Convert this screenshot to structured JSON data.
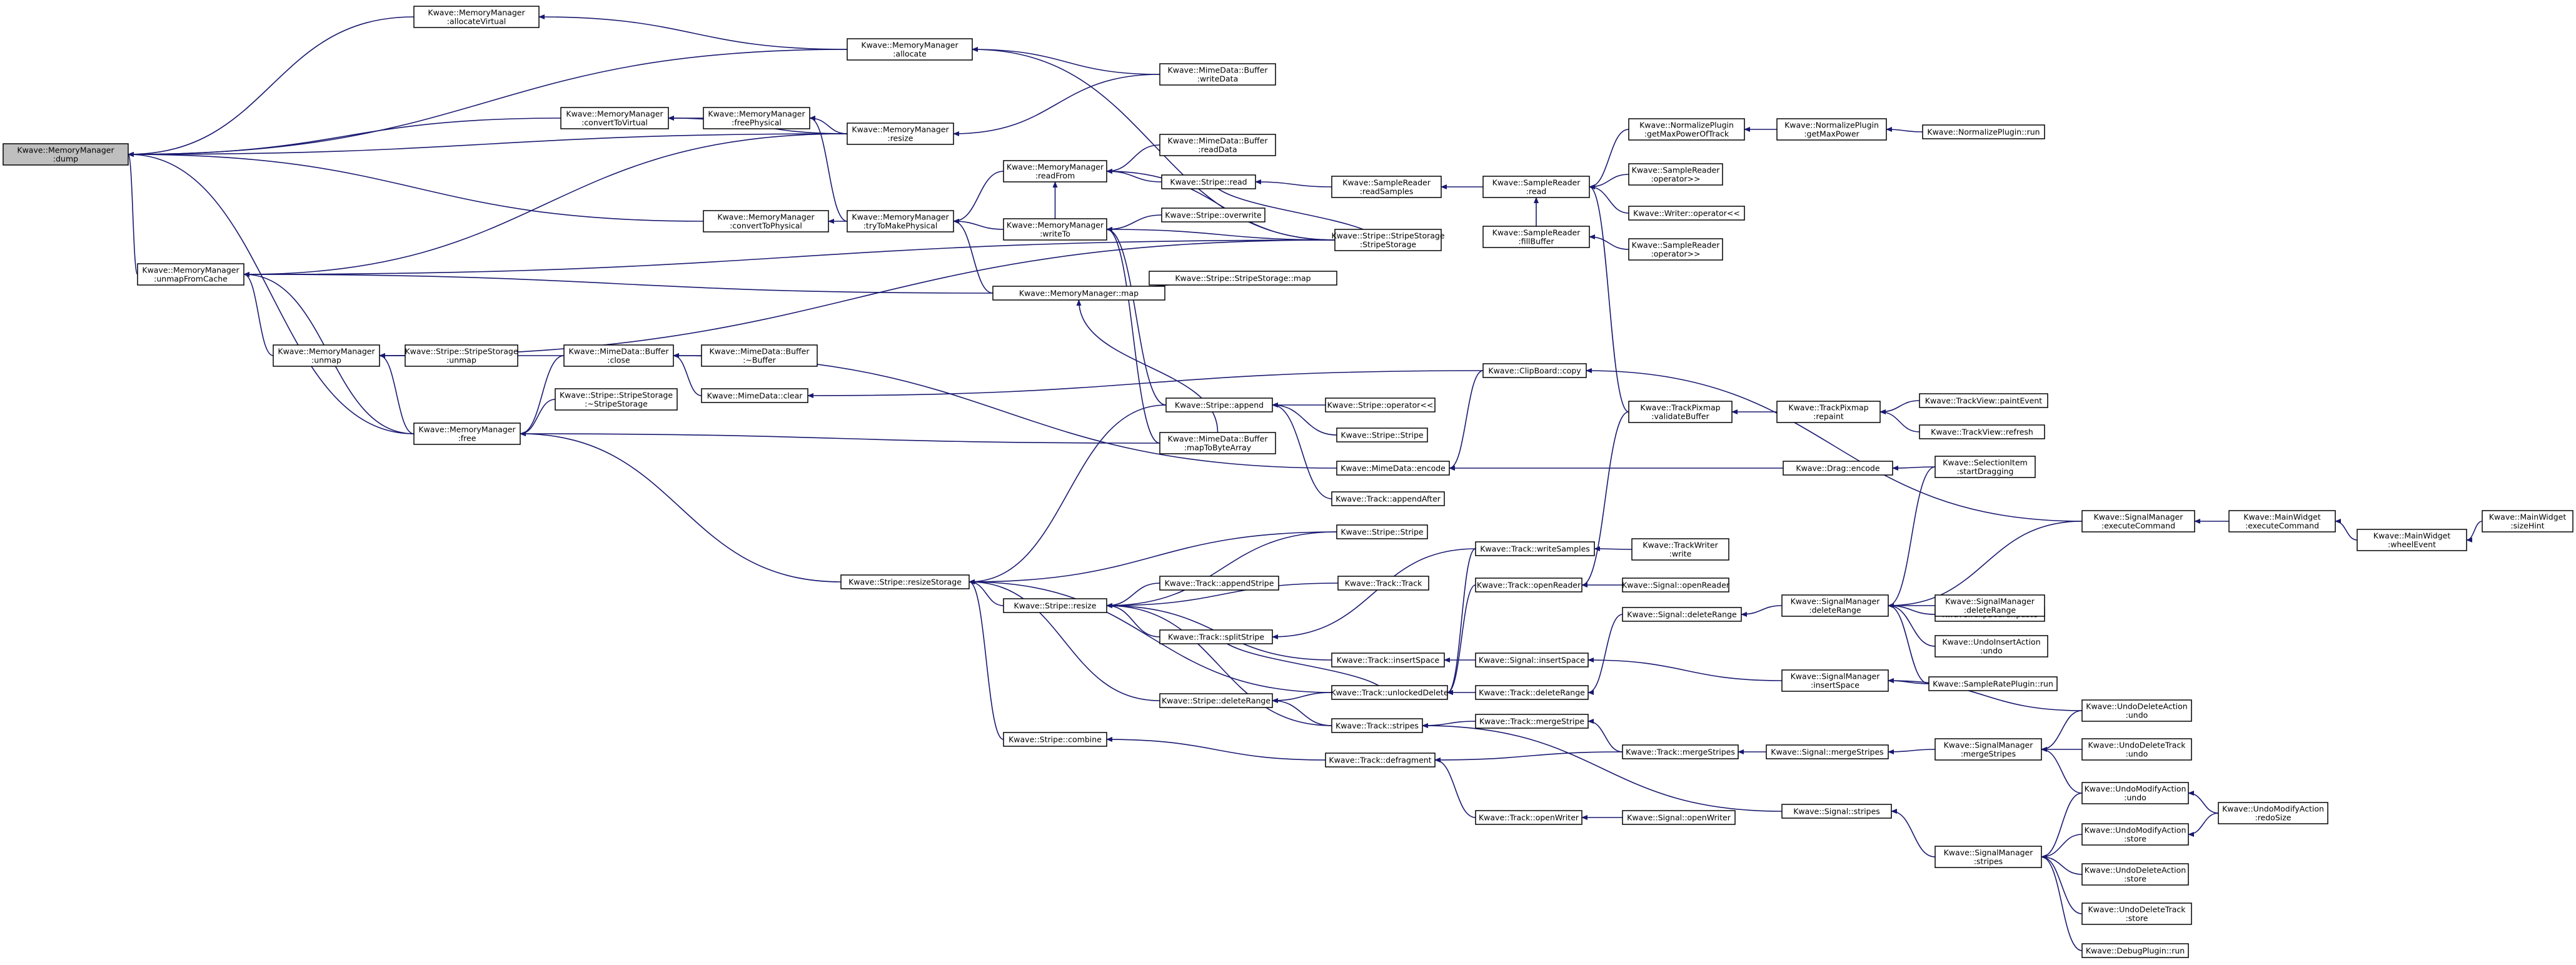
{
  "nodes": [
    {
      "id": "n0",
      "lines": [
        "Kwave::MemoryManager",
        ":dump"
      ],
      "root": true
    },
    {
      "id": "n1",
      "lines": [
        "Kwave::MemoryManager",
        ":allocateVirtual"
      ]
    },
    {
      "id": "n2",
      "lines": [
        "Kwave::MemoryManager",
        ":convertToVirtual"
      ]
    },
    {
      "id": "n3",
      "lines": [
        "Kwave::MemoryManager",
        ":allocate"
      ]
    },
    {
      "id": "n4",
      "lines": [
        "Kwave::MemoryManager",
        ":freePhysical"
      ]
    },
    {
      "id": "n5",
      "lines": [
        "Kwave::MemoryManager",
        ":resize"
      ]
    },
    {
      "id": "n6",
      "lines": [
        "Kwave::MimeData::Buffer",
        ":writeData"
      ]
    },
    {
      "id": "n7",
      "lines": [
        "Kwave::MemoryManager",
        ":convertToPhysical"
      ]
    },
    {
      "id": "n8",
      "lines": [
        "Kwave::MemoryManager",
        ":tryToMakePhysical"
      ]
    },
    {
      "id": "n9",
      "lines": [
        "Kwave::MemoryManager",
        ":readFrom"
      ]
    },
    {
      "id": "n10",
      "lines": [
        "Kwave::MimeData::Buffer",
        ":readData"
      ]
    },
    {
      "id": "n11",
      "lines": [
        "Kwave::Stripe::read"
      ]
    },
    {
      "id": "n12",
      "lines": [
        "Kwave::SampleReader",
        ":readSamples"
      ]
    },
    {
      "id": "n13",
      "lines": [
        "Kwave::MemoryManager",
        ":writeTo"
      ]
    },
    {
      "id": "n14",
      "lines": [
        "Kwave::Stripe::overwrite"
      ]
    },
    {
      "id": "n15",
      "lines": [
        "Kwave::Stripe::StripeStorage",
        ":StripeStorage"
      ]
    },
    {
      "id": "n16",
      "lines": [
        "Kwave::MemoryManager",
        ":unmapFromCache"
      ]
    },
    {
      "id": "n17",
      "lines": [
        "Kwave::MemoryManager::map"
      ]
    },
    {
      "id": "n18",
      "lines": [
        "Kwave::Stripe::StripeStorage::map"
      ]
    },
    {
      "id": "n19",
      "lines": [
        "Kwave::NormalizePlugin",
        ":getMaxPowerOfTrack"
      ]
    },
    {
      "id": "n20",
      "lines": [
        "Kwave::NormalizePlugin",
        ":getMaxPower"
      ]
    },
    {
      "id": "n21",
      "lines": [
        "Kwave::NormalizePlugin::run"
      ]
    },
    {
      "id": "n22",
      "lines": [
        "Kwave::SampleReader",
        ":read"
      ]
    },
    {
      "id": "n23",
      "lines": [
        "Kwave::SampleReader",
        ":operator>>"
      ]
    },
    {
      "id": "n24",
      "lines": [
        "Kwave::Writer::operator<<"
      ]
    },
    {
      "id": "n25",
      "lines": [
        "Kwave::SampleReader",
        ":fillBuffer"
      ]
    },
    {
      "id": "n26",
      "lines": [
        "Kwave::SampleReader",
        ":operator>>"
      ]
    },
    {
      "id": "n27",
      "lines": [
        "Kwave::MemoryManager",
        ":unmap"
      ]
    },
    {
      "id": "n28",
      "lines": [
        "Kwave::Stripe::StripeStorage",
        ":unmap"
      ]
    },
    {
      "id": "n29",
      "lines": [
        "Kwave::MimeData::Buffer",
        ":close"
      ]
    },
    {
      "id": "n30",
      "lines": [
        "Kwave::MimeData::Buffer",
        ":~Buffer"
      ]
    },
    {
      "id": "n31",
      "lines": [
        "Kwave::MimeData::clear"
      ]
    },
    {
      "id": "n32",
      "lines": [
        "Kwave::ClipBoard::copy"
      ]
    },
    {
      "id": "n33",
      "lines": [
        "Kwave::MemoryManager",
        ":free"
      ]
    },
    {
      "id": "n34",
      "lines": [
        "Kwave::Stripe::StripeStorage",
        ":~StripeStorage"
      ]
    },
    {
      "id": "n35",
      "lines": [
        "Kwave::Stripe::append"
      ]
    },
    {
      "id": "n36",
      "lines": [
        "Kwave::Stripe::operator<<"
      ]
    },
    {
      "id": "n37",
      "lines": [
        "Kwave::Stripe::Stripe"
      ]
    },
    {
      "id": "n38",
      "lines": [
        "Kwave::MimeData::Buffer",
        ":mapToByteArray"
      ]
    },
    {
      "id": "n39",
      "lines": [
        "Kwave::MimeData::encode"
      ]
    },
    {
      "id": "n40",
      "lines": [
        "Kwave::Track::appendAfter"
      ]
    },
    {
      "id": "n41",
      "lines": [
        "Kwave::TrackPixmap",
        ":validateBuffer"
      ]
    },
    {
      "id": "n42",
      "lines": [
        "Kwave::TrackPixmap",
        ":repaint"
      ]
    },
    {
      "id": "n43",
      "lines": [
        "Kwave::TrackView::paintEvent"
      ]
    },
    {
      "id": "n44",
      "lines": [
        "Kwave::TrackView::refresh"
      ]
    },
    {
      "id": "n45",
      "lines": [
        "Kwave::Drag::encode"
      ]
    },
    {
      "id": "n46",
      "lines": [
        "Kwave::SelectionItem",
        ":startDragging"
      ]
    },
    {
      "id": "n47",
      "lines": [
        "Kwave::Stripe::Stripe"
      ]
    },
    {
      "id": "n48",
      "lines": [
        "Kwave::Stripe::resizeStorage"
      ]
    },
    {
      "id": "n49",
      "lines": [
        "Kwave::Track::writeSamples"
      ]
    },
    {
      "id": "n50",
      "lines": [
        "Kwave::TrackWriter",
        ":write"
      ]
    },
    {
      "id": "n51",
      "lines": [
        "Kwave::Track::Track"
      ]
    },
    {
      "id": "n52",
      "lines": [
        "Kwave::Track::appendStripe"
      ]
    },
    {
      "id": "n53",
      "lines": [
        "Kwave::Stripe::resize"
      ]
    },
    {
      "id": "n54",
      "lines": [
        "Kwave::Track::openReader"
      ]
    },
    {
      "id": "n55",
      "lines": [
        "Kwave::Signal::openReader"
      ]
    },
    {
      "id": "n56",
      "lines": [
        "Kwave::Track::splitStripe"
      ]
    },
    {
      "id": "n57",
      "lines": [
        "Kwave::Signal::deleteRange"
      ]
    },
    {
      "id": "n58",
      "lines": [
        "Kwave::SignalManager",
        ":deleteRange"
      ]
    },
    {
      "id": "n59",
      "lines": [
        "Kwave::ClipBoard::paste"
      ]
    },
    {
      "id": "n60",
      "lines": [
        "Kwave::SignalManager",
        ":executeCommand"
      ]
    },
    {
      "id": "n61",
      "lines": [
        "Kwave::MainWidget",
        ":executeCommand"
      ]
    },
    {
      "id": "n62",
      "lines": [
        "Kwave::MainWidget",
        ":wheelEvent"
      ]
    },
    {
      "id": "n63",
      "lines": [
        "Kwave::MainWidget",
        ":sizeHint"
      ]
    },
    {
      "id": "n64",
      "lines": [
        "Kwave::SignalManager",
        ":deleteRange"
      ]
    },
    {
      "id": "n65",
      "lines": [
        "Kwave::UndoInsertAction",
        ":undo"
      ]
    },
    {
      "id": "n66",
      "lines": [
        "Kwave::Track::insertSpace"
      ]
    },
    {
      "id": "n67",
      "lines": [
        "Kwave::Signal::insertSpace"
      ]
    },
    {
      "id": "n68",
      "lines": [
        "Kwave::SignalManager",
        ":insertSpace"
      ]
    },
    {
      "id": "n69",
      "lines": [
        "Kwave::SampleRatePlugin::run"
      ]
    },
    {
      "id": "n70",
      "lines": [
        "Kwave::Stripe::deleteRange"
      ]
    },
    {
      "id": "n71",
      "lines": [
        "Kwave::Track::unlockedDelete"
      ]
    },
    {
      "id": "n72",
      "lines": [
        "Kwave::Track::deleteRange"
      ]
    },
    {
      "id": "n73",
      "lines": [
        "Kwave::UndoDeleteAction",
        ":undo"
      ]
    },
    {
      "id": "n74",
      "lines": [
        "Kwave::Track::stripes"
      ]
    },
    {
      "id": "n75",
      "lines": [
        "Kwave::Track::mergeStripe"
      ]
    },
    {
      "id": "n76",
      "lines": [
        "Kwave::Stripe::combine"
      ]
    },
    {
      "id": "n77",
      "lines": [
        "Kwave::Track::defragment"
      ]
    },
    {
      "id": "n78",
      "lines": [
        "Kwave::Track::mergeStripes"
      ]
    },
    {
      "id": "n79",
      "lines": [
        "Kwave::Signal::mergeStripes"
      ]
    },
    {
      "id": "n80",
      "lines": [
        "Kwave::SignalManager",
        ":mergeStripes"
      ]
    },
    {
      "id": "n81",
      "lines": [
        "Kwave::UndoDeleteTrack",
        ":undo"
      ]
    },
    {
      "id": "n82",
      "lines": [
        "Kwave::UndoModifyAction",
        ":undo"
      ]
    },
    {
      "id": "n83",
      "lines": [
        "Kwave::UndoModifyAction",
        ":redoSize"
      ]
    },
    {
      "id": "n84",
      "lines": [
        "Kwave::Signal::stripes"
      ]
    },
    {
      "id": "n85",
      "lines": [
        "Kwave::Track::openWriter"
      ]
    },
    {
      "id": "n86",
      "lines": [
        "Kwave::Signal::openWriter"
      ]
    },
    {
      "id": "n87",
      "lines": [
        "Kwave::UndoModifyAction",
        ":store"
      ]
    },
    {
      "id": "n88",
      "lines": [
        "Kwave::SignalManager",
        ":stripes"
      ]
    },
    {
      "id": "n89",
      "lines": [
        "Kwave::UndoDeleteAction",
        ":store"
      ]
    },
    {
      "id": "n90",
      "lines": [
        "Kwave::UndoDeleteTrack",
        ":store"
      ]
    },
    {
      "id": "n91",
      "lines": [
        "Kwave::DebugPlugin::run"
      ]
    }
  ],
  "edges": [
    [
      "n1",
      "n0"
    ],
    [
      "n2",
      "n0"
    ],
    [
      "n3",
      "n0"
    ],
    [
      "n5",
      "n0"
    ],
    [
      "n7",
      "n0"
    ],
    [
      "n16",
      "n0"
    ],
    [
      "n33",
      "n0"
    ],
    [
      "n3",
      "n1"
    ],
    [
      "n4",
      "n2"
    ],
    [
      "n5",
      "n2"
    ],
    [
      "n6",
      "n3"
    ],
    [
      "n15",
      "n3"
    ],
    [
      "n8",
      "n4"
    ],
    [
      "n5",
      "n4"
    ],
    [
      "n6",
      "n5"
    ],
    [
      "n8",
      "n7"
    ],
    [
      "n9",
      "n8"
    ],
    [
      "n13",
      "n8"
    ],
    [
      "n17",
      "n8"
    ],
    [
      "n10",
      "n9"
    ],
    [
      "n11",
      "n9"
    ],
    [
      "n15",
      "n9"
    ],
    [
      "n12",
      "n11"
    ],
    [
      "n22",
      "n12"
    ],
    [
      "n14",
      "n13"
    ],
    [
      "n15",
      "n13"
    ],
    [
      "n35",
      "n13"
    ],
    [
      "n38",
      "n13"
    ],
    [
      "n5",
      "n16"
    ],
    [
      "n17",
      "n16"
    ],
    [
      "n15",
      "n16"
    ],
    [
      "n27",
      "n16"
    ],
    [
      "n33",
      "n16"
    ],
    [
      "n18",
      "n17"
    ],
    [
      "n38",
      "n17"
    ],
    [
      "n19",
      "n22"
    ],
    [
      "n23",
      "n22"
    ],
    [
      "n24",
      "n22"
    ],
    [
      "n25",
      "n22"
    ],
    [
      "n20",
      "n19"
    ],
    [
      "n21",
      "n20"
    ],
    [
      "n26",
      "n25"
    ],
    [
      "n41",
      "n22"
    ],
    [
      "n28",
      "n27"
    ],
    [
      "n29",
      "n27"
    ],
    [
      "n33",
      "n27"
    ],
    [
      "n15",
      "n27"
    ],
    [
      "n30",
      "n29"
    ],
    [
      "n31",
      "n29"
    ],
    [
      "n39",
      "n29"
    ],
    [
      "n32",
      "n31"
    ],
    [
      "n60",
      "n32"
    ],
    [
      "n29",
      "n33"
    ],
    [
      "n34",
      "n33"
    ],
    [
      "n38",
      "n33"
    ],
    [
      "n48",
      "n33"
    ],
    [
      "n36",
      "n35"
    ],
    [
      "n37",
      "n35"
    ],
    [
      "n40",
      "n35"
    ],
    [
      "n32",
      "n39"
    ],
    [
      "n45",
      "n39"
    ],
    [
      "n46",
      "n45"
    ],
    [
      "n42",
      "n41"
    ],
    [
      "n43",
      "n42"
    ],
    [
      "n44",
      "n42"
    ],
    [
      "n35",
      "n48"
    ],
    [
      "n47",
      "n48"
    ],
    [
      "n53",
      "n48"
    ],
    [
      "n76",
      "n48"
    ],
    [
      "n70",
      "n48"
    ],
    [
      "n71",
      "n48"
    ],
    [
      "n47",
      "n53"
    ],
    [
      "n51",
      "n53"
    ],
    [
      "n52",
      "n53"
    ],
    [
      "n56",
      "n53"
    ],
    [
      "n66",
      "n53"
    ],
    [
      "n74",
      "n53"
    ],
    [
      "n50",
      "n49"
    ],
    [
      "n55",
      "n54"
    ],
    [
      "n67",
      "n66"
    ],
    [
      "n68",
      "n67"
    ],
    [
      "n69",
      "n68"
    ],
    [
      "n73",
      "n68"
    ],
    [
      "n72",
      "n71"
    ],
    [
      "n57",
      "n72"
    ],
    [
      "n58",
      "n57"
    ],
    [
      "n59",
      "n58"
    ],
    [
      "n60",
      "n58"
    ],
    [
      "n64",
      "n58"
    ],
    [
      "n65",
      "n58"
    ],
    [
      "n69",
      "n58"
    ],
    [
      "n46",
      "n58"
    ],
    [
      "n61",
      "n60"
    ],
    [
      "n62",
      "n61"
    ],
    [
      "n63",
      "n62"
    ],
    [
      "n71",
      "n70"
    ],
    [
      "n74",
      "n70"
    ],
    [
      "n75",
      "n74"
    ],
    [
      "n78",
      "n75"
    ],
    [
      "n79",
      "n78"
    ],
    [
      "n80",
      "n79"
    ],
    [
      "n81",
      "n80"
    ],
    [
      "n82",
      "n80"
    ],
    [
      "n73",
      "n80"
    ],
    [
      "n83",
      "n82"
    ],
    [
      "n77",
      "n76"
    ],
    [
      "n78",
      "n77"
    ],
    [
      "n85",
      "n77"
    ],
    [
      "n86",
      "n85"
    ],
    [
      "n84",
      "n74"
    ],
    [
      "n88",
      "n84"
    ],
    [
      "n82",
      "n88"
    ],
    [
      "n87",
      "n88"
    ],
    [
      "n89",
      "n88"
    ],
    [
      "n90",
      "n88"
    ],
    [
      "n91",
      "n88"
    ],
    [
      "n83",
      "n87"
    ],
    [
      "n49",
      "n56"
    ],
    [
      "n41",
      "n54"
    ],
    [
      "n54",
      "n71"
    ],
    [
      "n49",
      "n71"
    ],
    [
      "n56",
      "n71"
    ],
    [
      "n11",
      "n15"
    ],
    [
      "n13",
      "n9"
    ]
  ]
}
